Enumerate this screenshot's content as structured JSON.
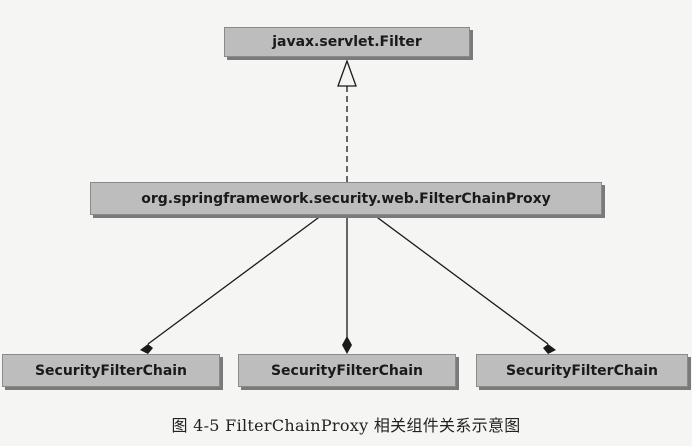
{
  "diagram": {
    "interface": "javax.servlet.Filter",
    "proxy": "org.springframework.security.web.FilterChainProxy",
    "chains": [
      "SecurityFilterChain",
      "SecurityFilterChain",
      "SecurityFilterChain"
    ]
  },
  "caption": "图 4-5   FilterChainProxy 相关组件关系示意图"
}
